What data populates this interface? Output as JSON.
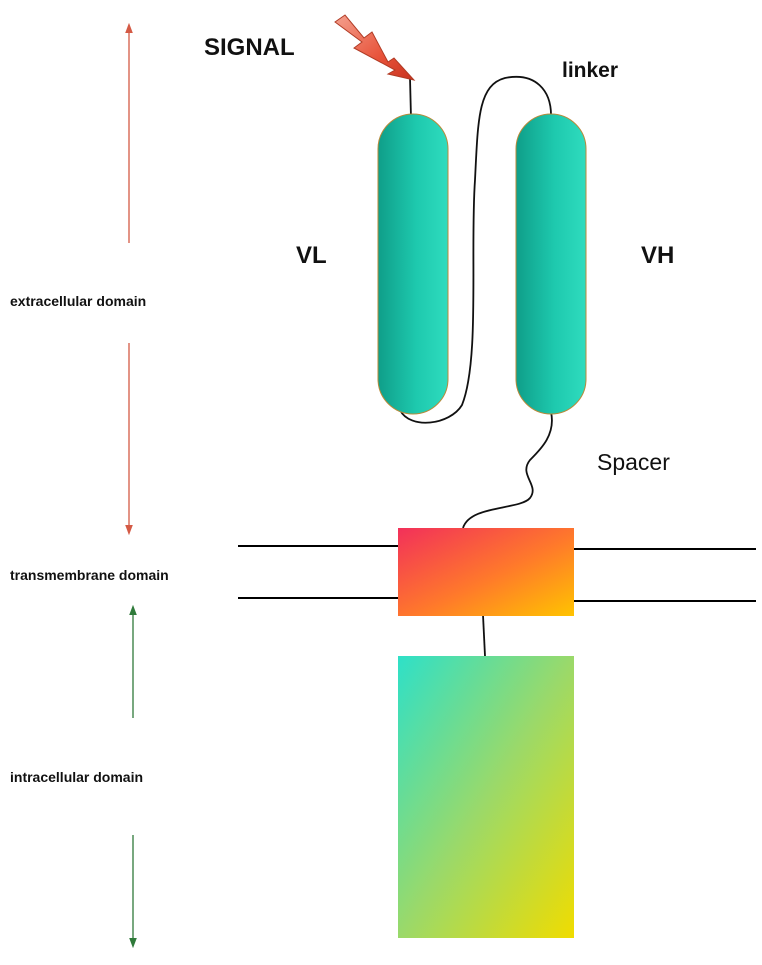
{
  "labels": {
    "signal": "SIGNAL",
    "linker": "linker",
    "vl": "VL",
    "vh": "VH",
    "spacer": "Spacer",
    "extracellular": "extracellular domain",
    "transmembrane": "transmembrane domain",
    "intracellular": "intracellular domain"
  },
  "colors": {
    "domain_teal": "#1ec9ae",
    "domain_teal_dark": "#0f9e89",
    "extracellular_arrow": "#d45a45",
    "intracellular_arrow": "#2f7a3a",
    "signal_bolt": "#e0452c",
    "transmembrane_start": "#f2305a",
    "transmembrane_end": "#ffc300",
    "intracellular_start": "#2ee0c8",
    "intracellular_end": "#f0dc00"
  }
}
